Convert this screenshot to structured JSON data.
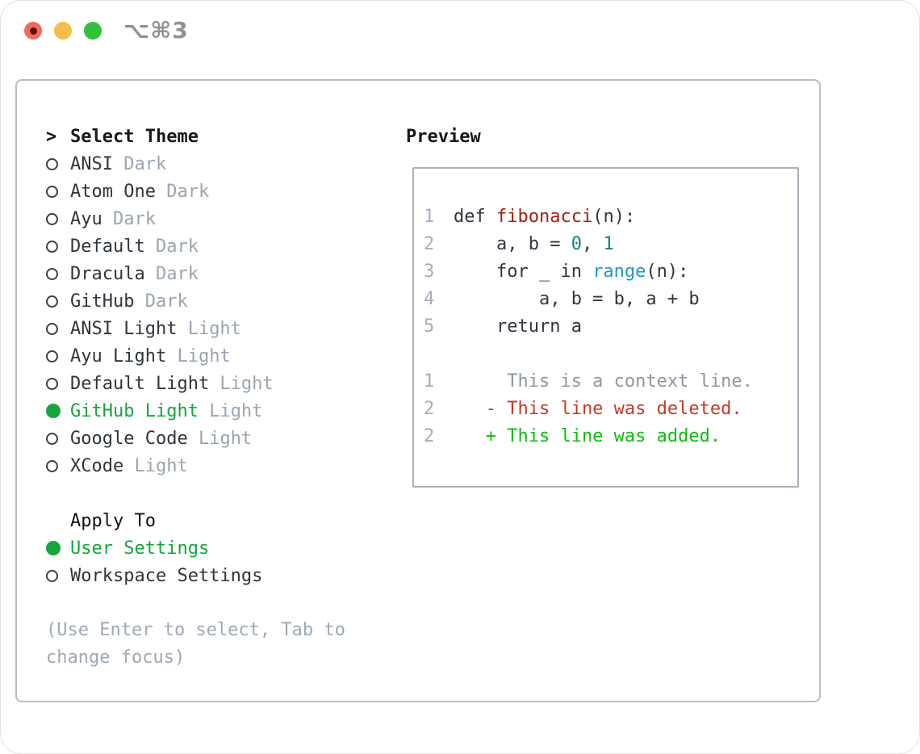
{
  "window": {
    "title": "⌥⌘3"
  },
  "traffic_lights": [
    {
      "name": "close",
      "color": "#ee6b60",
      "inner_dot": true
    },
    {
      "name": "minimize",
      "color": "#f5bd4c",
      "inner_dot": false
    },
    {
      "name": "zoom",
      "color": "#32c13c",
      "inner_dot": false
    }
  ],
  "theme_list": {
    "prompt": ">",
    "title": "Select Theme",
    "items": [
      {
        "name": "ANSI",
        "variant": "Dark",
        "selected": false
      },
      {
        "name": "Atom One",
        "variant": "Dark",
        "selected": false
      },
      {
        "name": "Ayu",
        "variant": "Dark",
        "selected": false
      },
      {
        "name": "Default",
        "variant": "Dark",
        "selected": false
      },
      {
        "name": "Dracula",
        "variant": "Dark",
        "selected": false
      },
      {
        "name": "GitHub",
        "variant": "Dark",
        "selected": false
      },
      {
        "name": "ANSI Light",
        "variant": "Light",
        "selected": false
      },
      {
        "name": "Ayu Light",
        "variant": "Light",
        "selected": false
      },
      {
        "name": "Default Light",
        "variant": "Light",
        "selected": false
      },
      {
        "name": "GitHub Light",
        "variant": "Light",
        "selected": true
      },
      {
        "name": "Google Code",
        "variant": "Light",
        "selected": false
      },
      {
        "name": "XCode",
        "variant": "Light",
        "selected": false
      }
    ]
  },
  "apply_to": {
    "title": "Apply To",
    "options": [
      {
        "name": "User Settings",
        "selected": true
      },
      {
        "name": "Workspace Settings",
        "selected": false
      }
    ]
  },
  "hint": "(Use Enter to select, Tab to change focus)",
  "preview": {
    "title": "Preview",
    "lines": [
      {
        "num": "1",
        "segments": [
          {
            "text": "def ",
            "style": "code"
          },
          {
            "text": "fibonacci",
            "style": "function"
          },
          {
            "text": "(n):",
            "style": "code"
          }
        ]
      },
      {
        "num": "2",
        "segments": [
          {
            "text": "    a, b = ",
            "style": "code"
          },
          {
            "text": "0",
            "style": "number"
          },
          {
            "text": ", ",
            "style": "code"
          },
          {
            "text": "1",
            "style": "number"
          }
        ]
      },
      {
        "num": "3",
        "segments": [
          {
            "text": "    for _ in ",
            "style": "code"
          },
          {
            "text": "range",
            "style": "builtin"
          },
          {
            "text": "(n):",
            "style": "code"
          }
        ]
      },
      {
        "num": "4",
        "segments": [
          {
            "text": "        a, b = b, a + b",
            "style": "code"
          }
        ]
      },
      {
        "num": "5",
        "segments": [
          {
            "text": "    return a",
            "style": "code"
          }
        ]
      },
      {
        "num": "",
        "segments": []
      },
      {
        "num": "1",
        "segments": [
          {
            "text": "     This is a context line.",
            "style": "context"
          }
        ]
      },
      {
        "num": "2",
        "segments": [
          {
            "text": "   - This line was deleted.",
            "style": "deleted"
          }
        ]
      },
      {
        "num": "2",
        "segments": [
          {
            "text": "   + This line was added.",
            "style": "added"
          }
        ]
      }
    ]
  },
  "colors": {
    "selected_green": "#16a53d",
    "added_green": "#12bb12",
    "deleted_red": "#c43a28",
    "function_red": "#a32014",
    "number_teal": "#0d827e",
    "builtin_blue": "#1e96d2"
  }
}
